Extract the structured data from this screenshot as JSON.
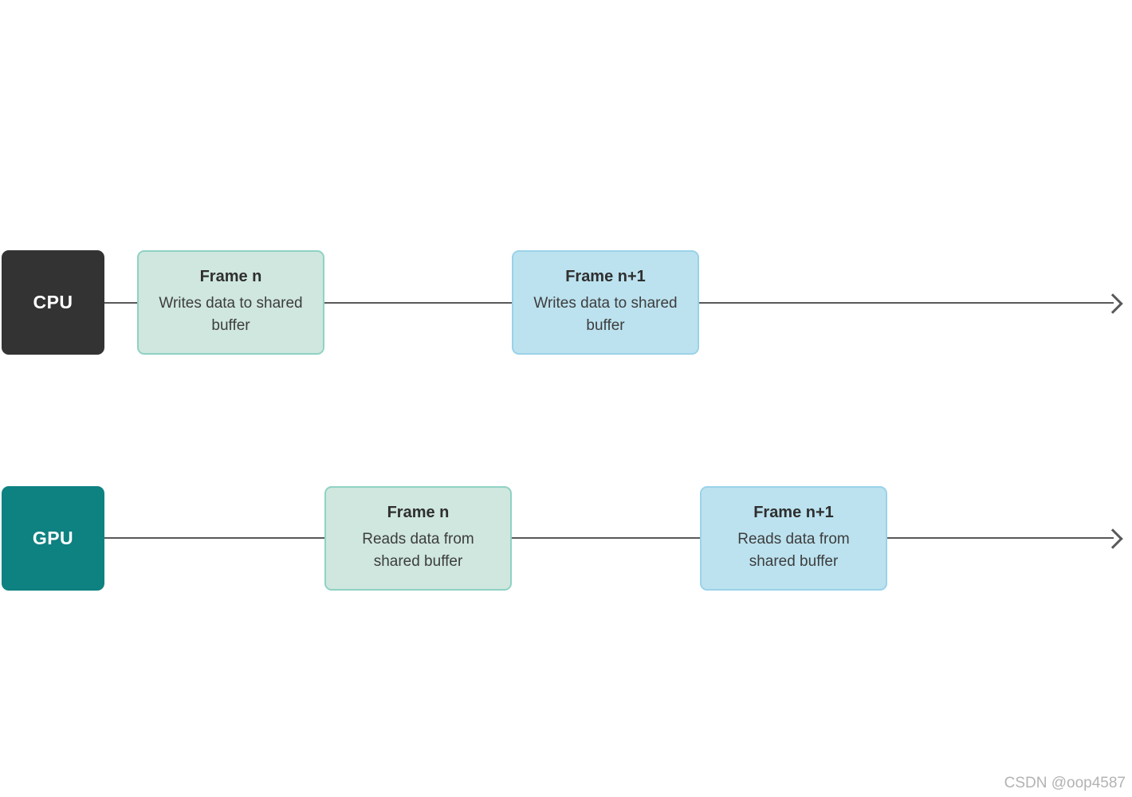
{
  "diagram": {
    "type": "timeline",
    "description": "CPU/GPU shared buffer frame timeline",
    "rows": [
      {
        "id": "cpu",
        "label": "CPU",
        "frames": [
          {
            "title": "Frame n",
            "desc": "Writes data to shared buffer",
            "variant": "mint"
          },
          {
            "title": "Frame n+1",
            "desc": "Writes data to shared buffer",
            "variant": "blue"
          }
        ]
      },
      {
        "id": "gpu",
        "label": "GPU",
        "frames": [
          {
            "title": "Frame n",
            "desc": "Reads data from shared buffer",
            "variant": "mint"
          },
          {
            "title": "Frame n+1",
            "desc": "Reads data from shared buffer",
            "variant": "blue"
          }
        ]
      }
    ],
    "colors": {
      "cpu_box": "#333333",
      "gpu_box": "#0e8181",
      "mint_fill": "#cfe7de",
      "mint_border": "#8fd2c4",
      "blue_fill": "#bce2ef",
      "blue_border": "#9ad2e9",
      "line": "#595959"
    }
  },
  "watermark": "CSDN @oop4587"
}
